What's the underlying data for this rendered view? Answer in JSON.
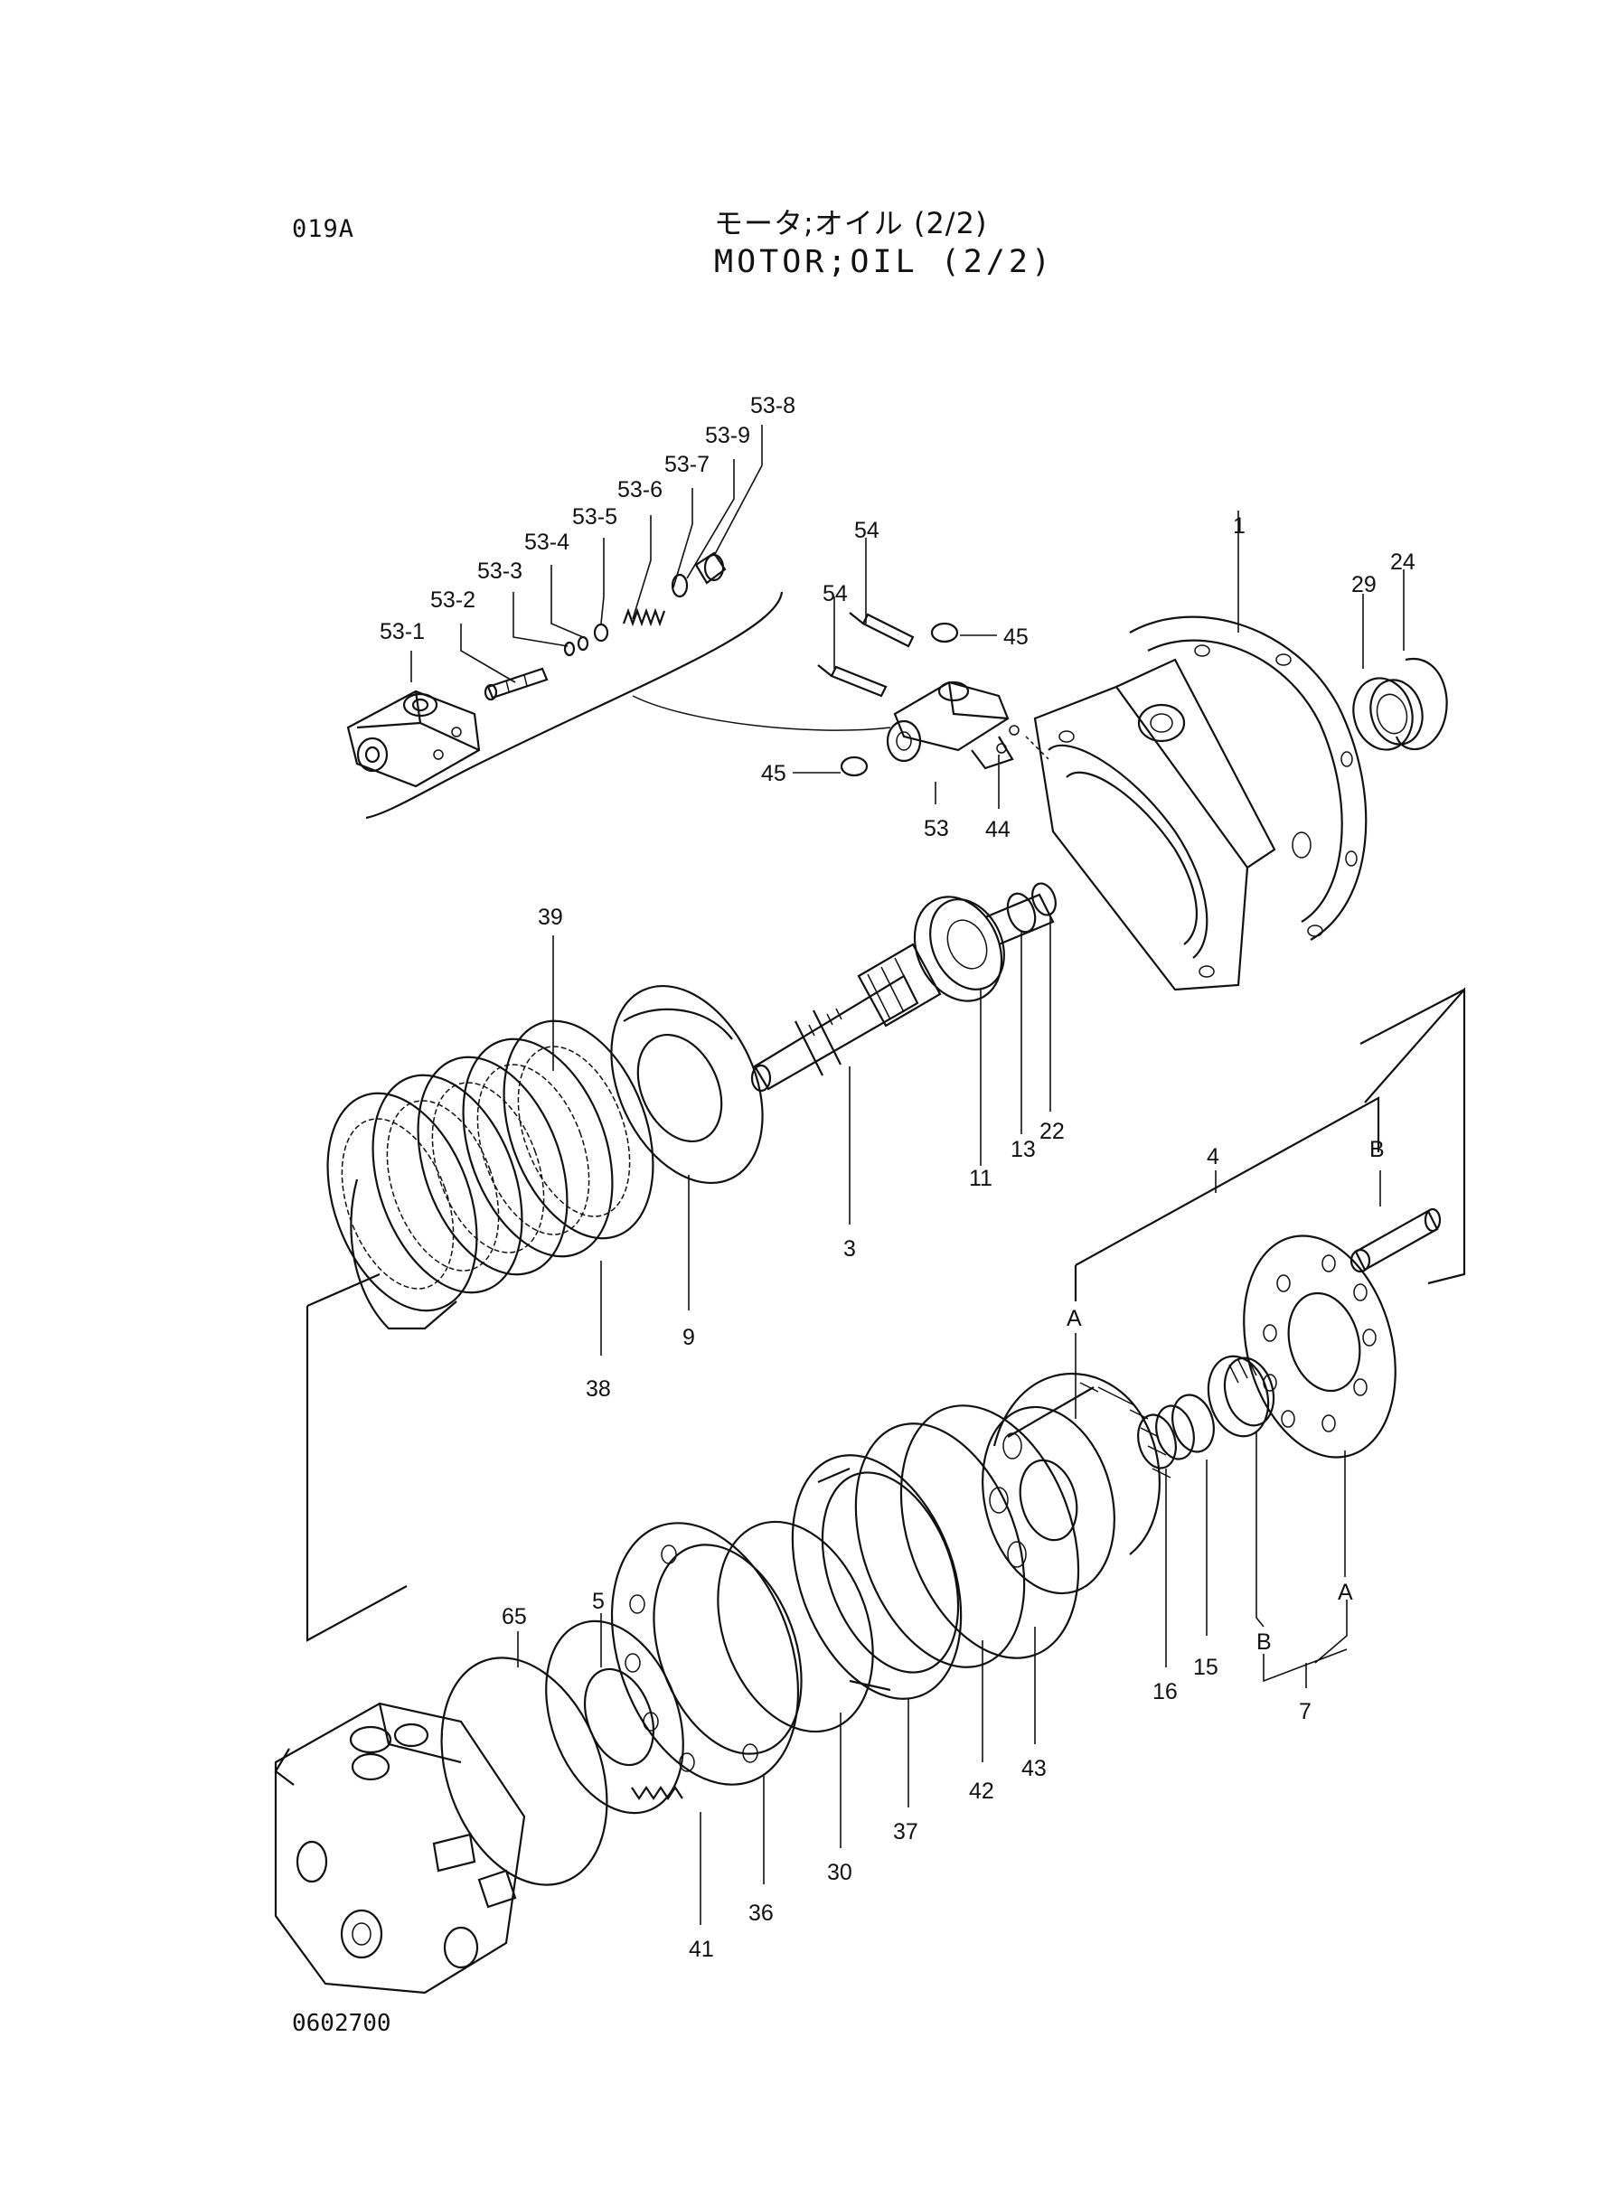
{
  "header": {
    "page_code": "019A",
    "title_jp": "モータ;オイル (2/2)",
    "title_en": "MOTOR;OIL (2/2)"
  },
  "footer": {
    "doc_number": "0602700"
  },
  "diagram": {
    "part_labels": [
      "53-8",
      "53-9",
      "53-7",
      "53-6",
      "53-5",
      "53-4",
      "53-3",
      "53-2",
      "53-1",
      "54",
      "54",
      "45",
      "45",
      "53",
      "44",
      "1",
      "29",
      "24",
      "39",
      "38",
      "9",
      "3",
      "11",
      "13",
      "22",
      "4",
      "B",
      "A",
      "B",
      "A",
      "7",
      "16",
      "15",
      "5",
      "65",
      "36",
      "41",
      "30",
      "37",
      "42",
      "43"
    ]
  }
}
